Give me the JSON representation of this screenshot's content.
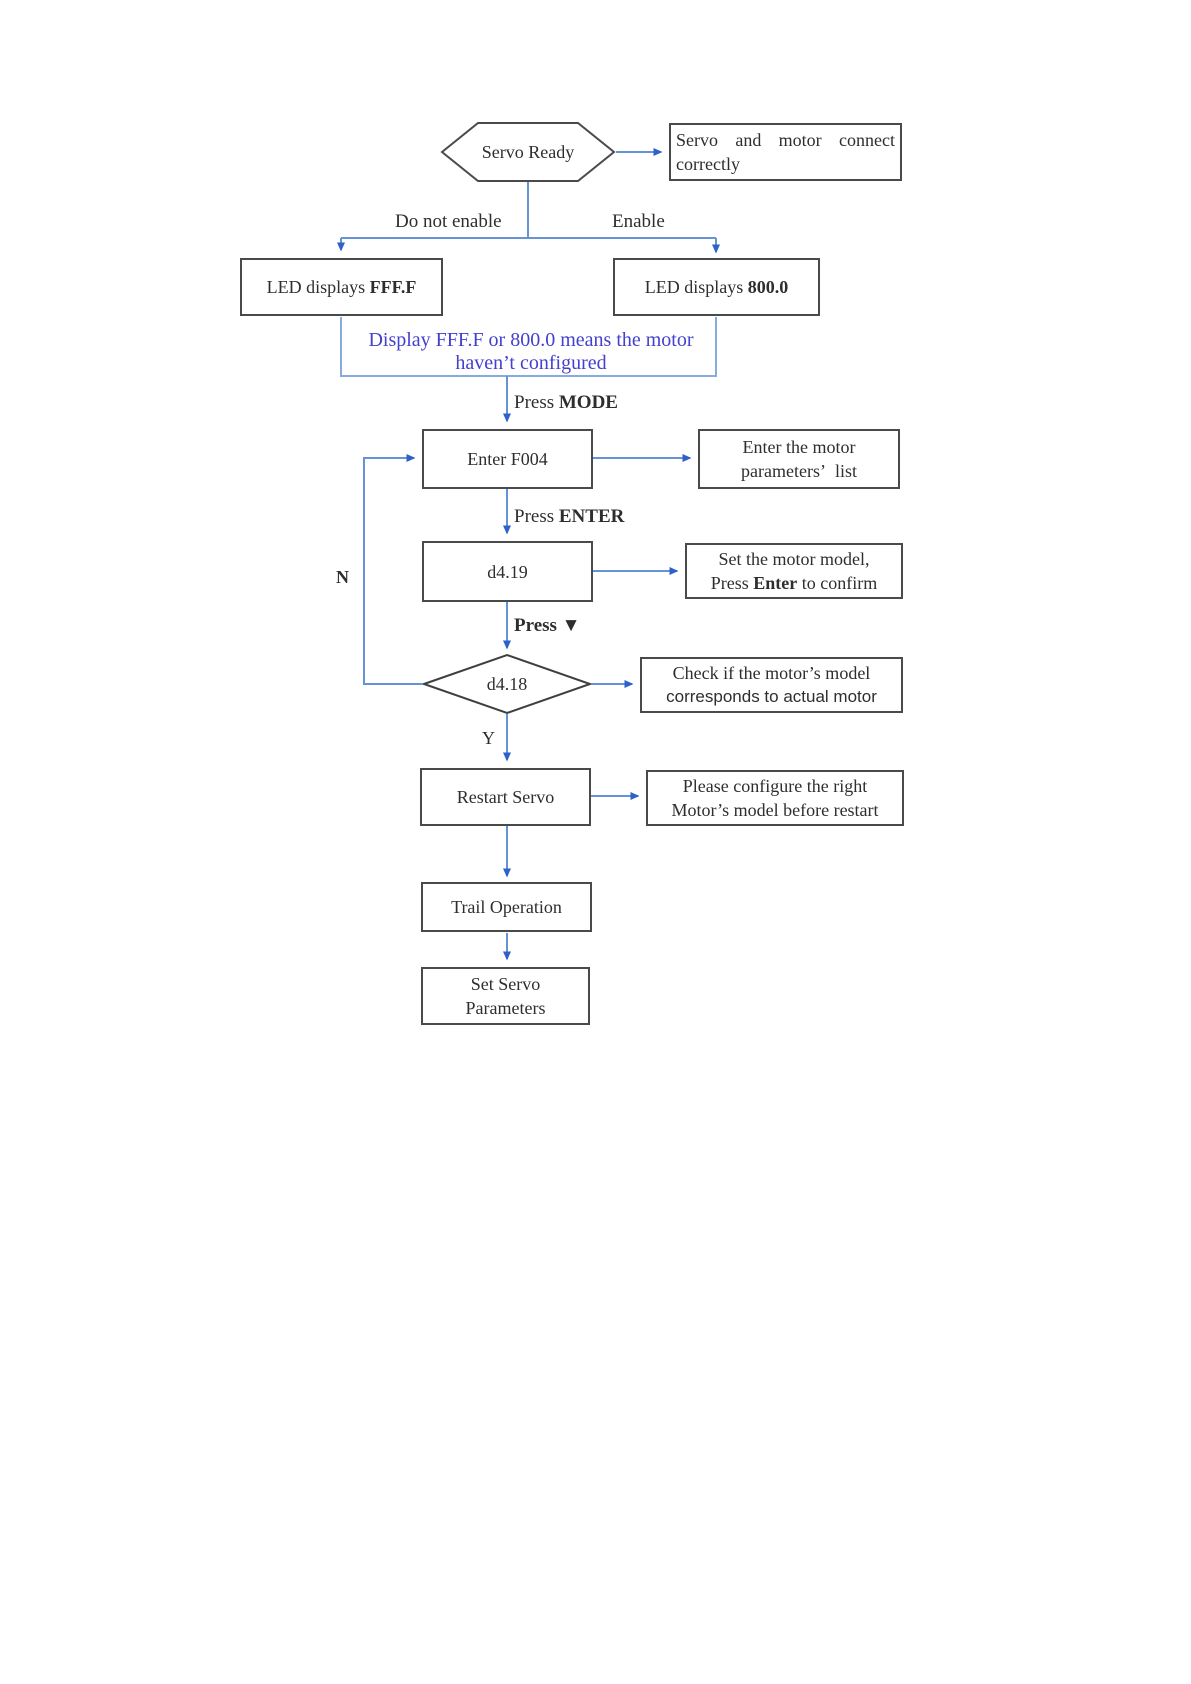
{
  "flowchart": {
    "colors": {
      "connector_blue": "#6593d6",
      "arrowhead_blue": "#2f62c8",
      "note_blue": "#4340cf",
      "box_border_gray": "#4a4a4a"
    },
    "nodes": {
      "servo_ready": {
        "label": "Servo Ready"
      },
      "servo_connect": {
        "line1": "Servo and motor connect",
        "line2": "correctly"
      },
      "led_fff": {
        "prefix": "LED displays ",
        "value": "FFF.F"
      },
      "led_800": {
        "prefix": "LED displays ",
        "value": "800.0"
      },
      "enter_f004": {
        "label": "Enter F004"
      },
      "params_list": {
        "line1": "Enter the motor",
        "line2": "parameters’  list"
      },
      "d419": {
        "label": "d4.19"
      },
      "set_model": {
        "line1": "Set the motor model,",
        "line2_pre": "Press ",
        "line2_bold": "Enter",
        "line2_post": " to confirm"
      },
      "d418": {
        "label": "d4.18"
      },
      "check_model": {
        "line1": "Check if the motor’s model",
        "line2": "corresponds to actual motor"
      },
      "restart": {
        "label": "Restart Servo"
      },
      "please_configure": {
        "line1": "Please configure the right",
        "line2": "Motor’s model before restart"
      },
      "trail": {
        "label": "Trail Operation"
      },
      "set_servo": {
        "line1": "Set Servo",
        "line2": "Parameters"
      }
    },
    "note": {
      "line1": "Display FFF.F or 800.0 means the motor",
      "line2": "haven’t configured"
    },
    "edges": {
      "do_not_enable": "Do not enable",
      "enable": "Enable",
      "press_mode_pre": "Press ",
      "press_mode_bold": "MODE",
      "press_enter_pre": "Press ",
      "press_enter_bold": "ENTER",
      "press_down": "Press ▼",
      "n": "N",
      "y": "Y"
    }
  }
}
